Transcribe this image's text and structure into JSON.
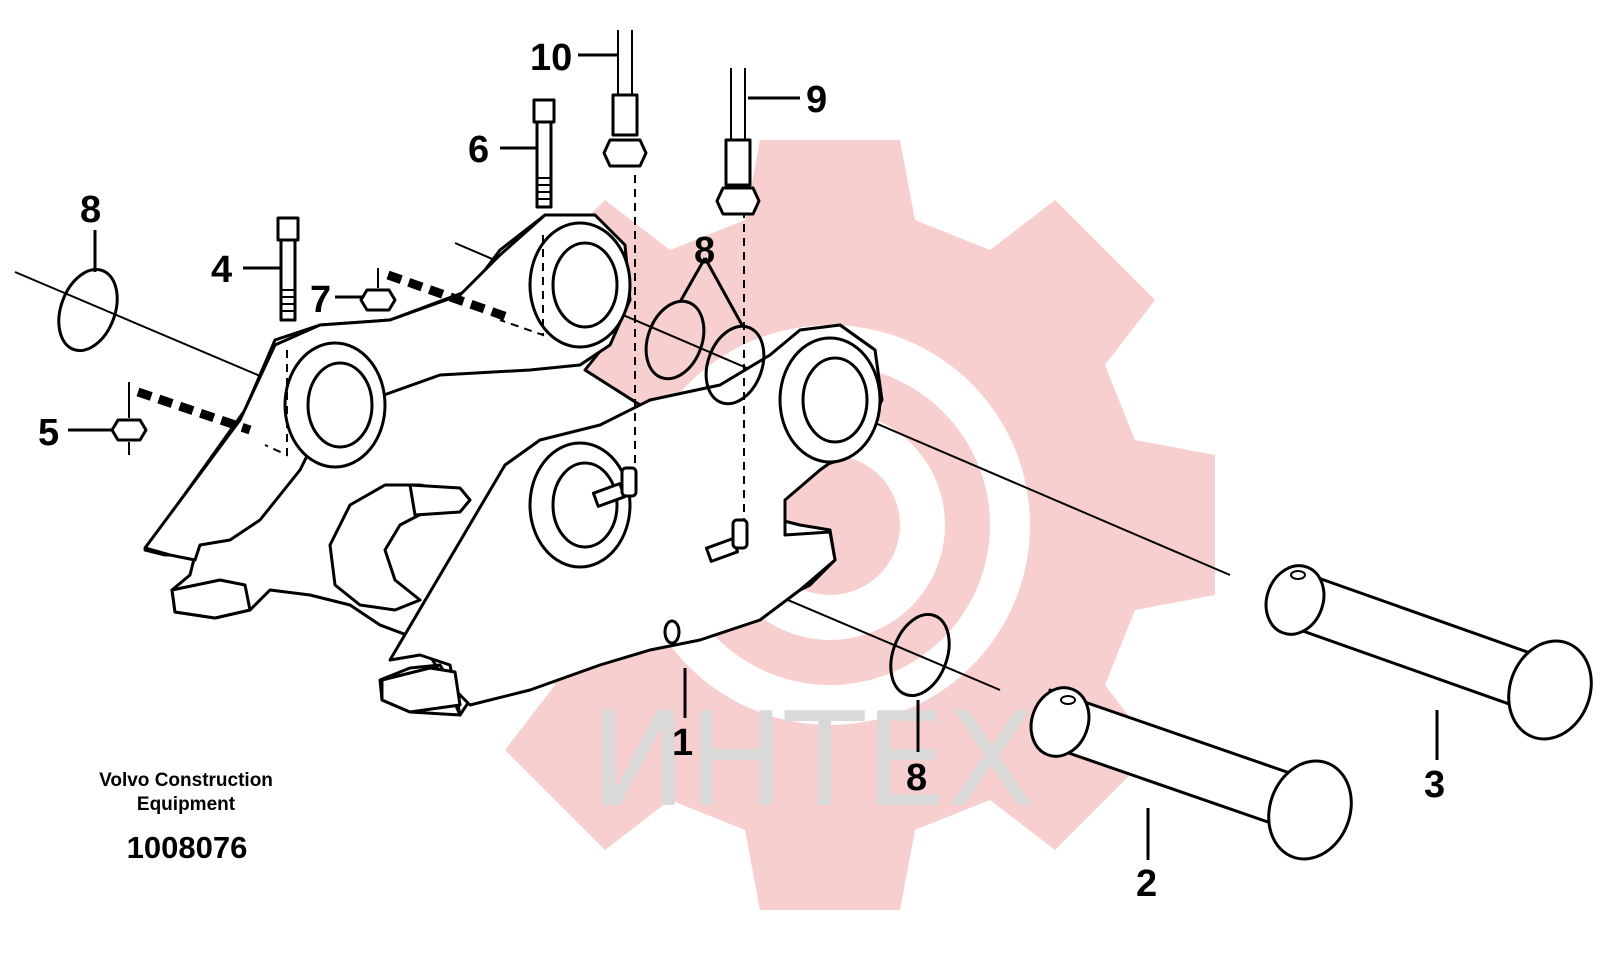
{
  "diagram": {
    "callouts": [
      {
        "id": "c10",
        "label": "10"
      },
      {
        "id": "c9",
        "label": "9"
      },
      {
        "id": "c6",
        "label": "6"
      },
      {
        "id": "c8a",
        "label": "8"
      },
      {
        "id": "c8b",
        "label": "8"
      },
      {
        "id": "c4",
        "label": "4"
      },
      {
        "id": "c7",
        "label": "7"
      },
      {
        "id": "c5",
        "label": "5"
      },
      {
        "id": "c1",
        "label": "1"
      },
      {
        "id": "c8c",
        "label": "8"
      },
      {
        "id": "c2",
        "label": "2"
      },
      {
        "id": "c3",
        "label": "3"
      }
    ],
    "brand_line1": "Volvo Construction",
    "brand_line2": "Equipment",
    "document_number": "1008076"
  },
  "watermark": {
    "text": "ИНТЕХ",
    "color": "#f6c6c6"
  }
}
